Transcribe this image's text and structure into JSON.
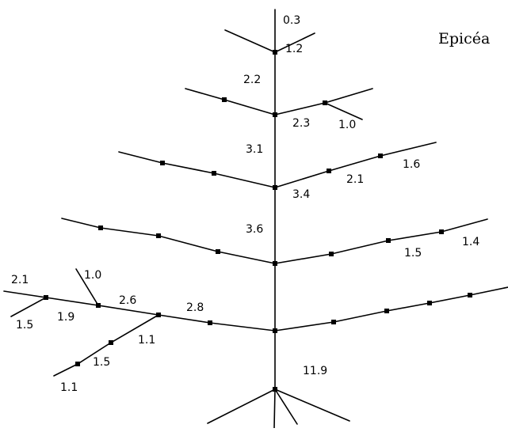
{
  "title": "Epicéa",
  "colors": {
    "ink": "#000000",
    "background": "#ffffff"
  },
  "trunk_labels": [
    "0.3",
    "2.2",
    "3.1",
    "3.6",
    "11.9"
  ],
  "branch_labels": [
    "1.2",
    "2.3",
    "1.0",
    "2.1",
    "1.6",
    "3.4",
    "1.5",
    "1.4",
    "2.1",
    "1.0",
    "2.6",
    "2.8",
    "1.5",
    "1.9",
    "1.1",
    "1.5",
    "1.1"
  ]
}
